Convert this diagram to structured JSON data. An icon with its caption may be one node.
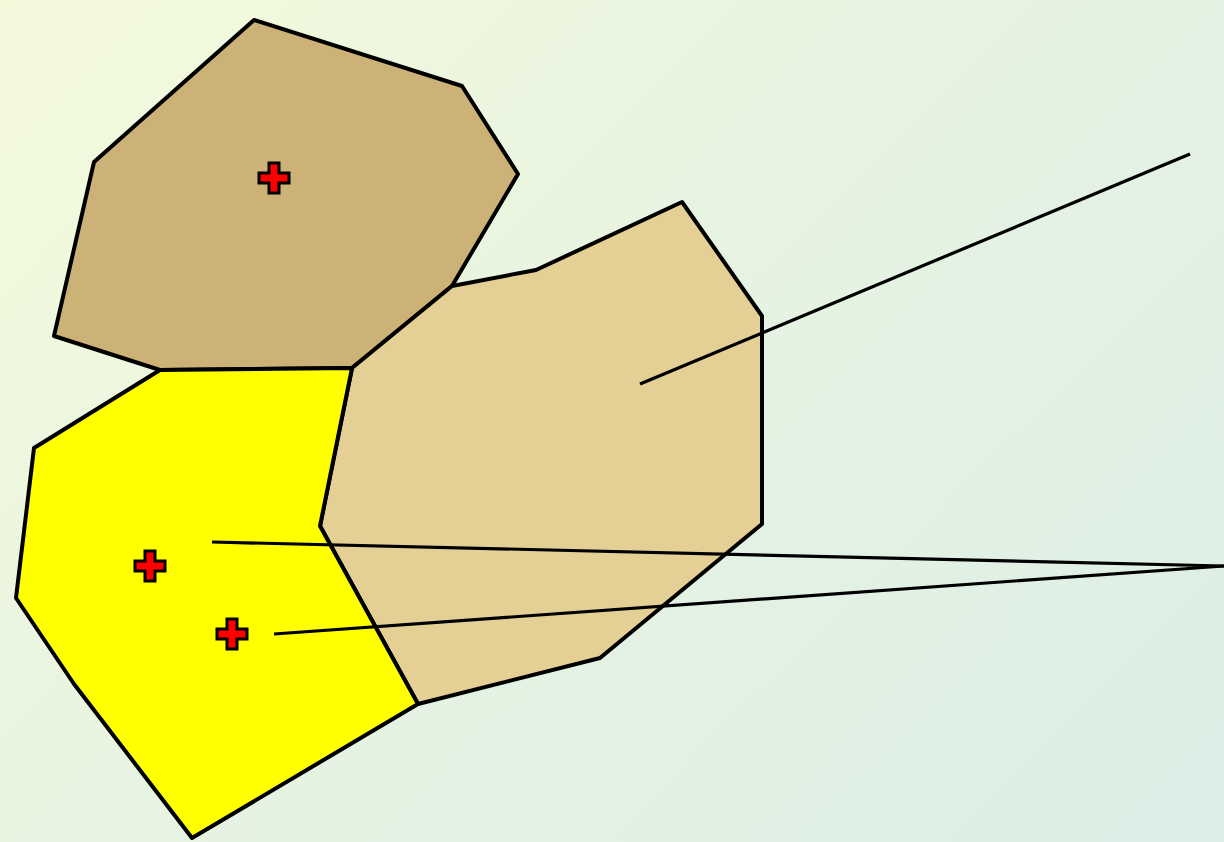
{
  "diagram": {
    "nodes": [
      {
        "text": [],
        "shape": "polygon"
      },
      {
        "text": [],
        "shape": "polygon"
      },
      {
        "text": [],
        "shape": "polygon"
      }
    ],
    "edges": [
      {
        "from": 1,
        "to": null,
        "arrow": "none"
      },
      {
        "from": 2,
        "to": null,
        "arrow": "none"
      },
      {
        "from": 2,
        "to": null,
        "arrow": "none"
      }
    ]
  }
}
